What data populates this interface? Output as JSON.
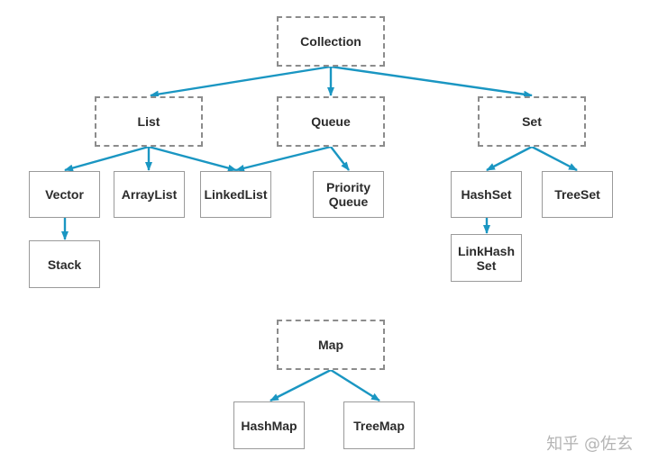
{
  "nodes": {
    "collection": "Collection",
    "list": "List",
    "queue": "Queue",
    "set": "Set",
    "vector": "Vector",
    "arraylist": "ArrayList",
    "linkedlist": "LinkedList",
    "priorityqueue": "Priority\nQueue",
    "hashset": "HashSet",
    "treeset": "TreeSet",
    "stack": "Stack",
    "linkhashset": "LinkHash\nSet",
    "map": "Map",
    "hashmap": "HashMap",
    "treemap": "TreeMap"
  },
  "watermark": "知乎 @佐玄",
  "colors": {
    "arrow": "#1a96c2",
    "dashed_border": "#8c8c8c",
    "solid_border": "#9a9a9a"
  }
}
